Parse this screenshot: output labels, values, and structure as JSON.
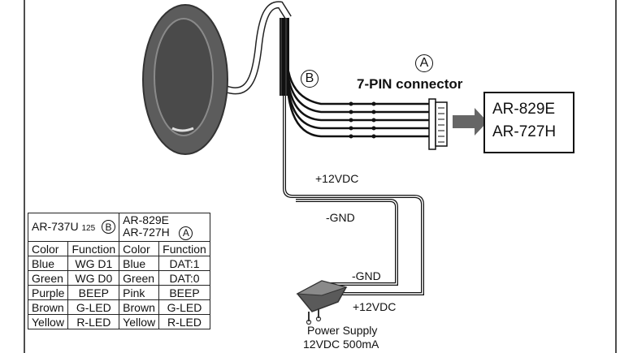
{
  "labels": {
    "connector_marker": "A",
    "wire_marker": "B",
    "connector_title": "7-PIN connector",
    "target_line1": "AR-829E",
    "target_line2": "AR-727H",
    "power_pos_top": "+12VDC",
    "gnd_top": "-GND",
    "gnd_adapter": "-GND",
    "power_pos_adapter": "+12VDC",
    "psu_line1": "Power Supply",
    "psu_line2": "12VDC  500mA"
  },
  "table": {
    "left_model": "AR-737U",
    "left_model_suffix": "125",
    "left_marker": "B",
    "right_model_line1": "AR-829E",
    "right_model_line2": "AR-727H",
    "right_marker": "A",
    "col_headers": [
      "Color",
      "Function",
      "Color",
      "Function"
    ],
    "rows": [
      [
        "Blue",
        "WG D1",
        "Blue",
        "DAT:1"
      ],
      [
        "Green",
        "WG D0",
        "Green",
        "DAT:0"
      ],
      [
        "Purple",
        "BEEP",
        "Pink",
        "BEEP"
      ],
      [
        "Brown",
        "G-LED",
        "Brown",
        "G-LED"
      ],
      [
        "Yellow",
        "R-LED",
        "Yellow",
        "R-LED"
      ]
    ]
  },
  "colors": {
    "reader_body": "#5c5c5c",
    "reader_face": "#444444",
    "wire": "#1a1a1a",
    "arrow": "#666666"
  }
}
